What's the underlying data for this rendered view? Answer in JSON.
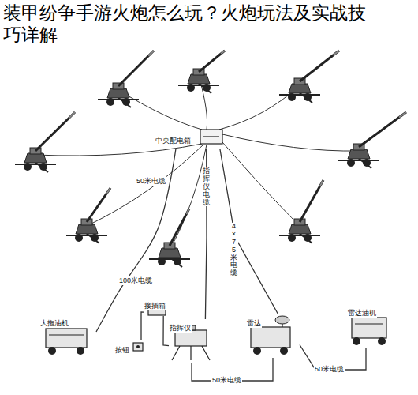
{
  "diagram": {
    "title": "装甲纷争手游火炮怎么玩？火炮玩法及实战技巧详解",
    "nodes": [
      {
        "text": [
          "中央配电箱"
        ]
      },
      {
        "text": [
          "大拖油机"
        ]
      },
      {
        "text": [
          "接插箱"
        ]
      },
      {
        "text": [
          "按钮"
        ]
      },
      {
        "text": [
          "指挥仪"
        ]
      },
      {
        "text": [
          "雷达"
        ]
      },
      {
        "text": [
          "雷达油机"
        ]
      }
    ],
    "edges": [
      {
        "from": 0,
        "to": 1,
        "arrow": "none",
        "label": "100米电缆"
      },
      {
        "from": 0,
        "to": 4,
        "arrow": "none",
        "label": "指挥仪电缆"
      },
      {
        "from": 0,
        "to": 5,
        "arrow": "none",
        "label": "4×75米电缆"
      },
      {
        "from": 2,
        "to": 3,
        "arrow": "none"
      },
      {
        "from": 2,
        "to": 4,
        "arrow": "none"
      },
      {
        "from": 4,
        "to": 5,
        "arrow": "none",
        "label": "50米电缆"
      },
      {
        "from": 5,
        "to": 6,
        "arrow": "none",
        "label": "50米电缆"
      }
    ],
    "labels": [
      "50米电缆"
    ]
  }
}
